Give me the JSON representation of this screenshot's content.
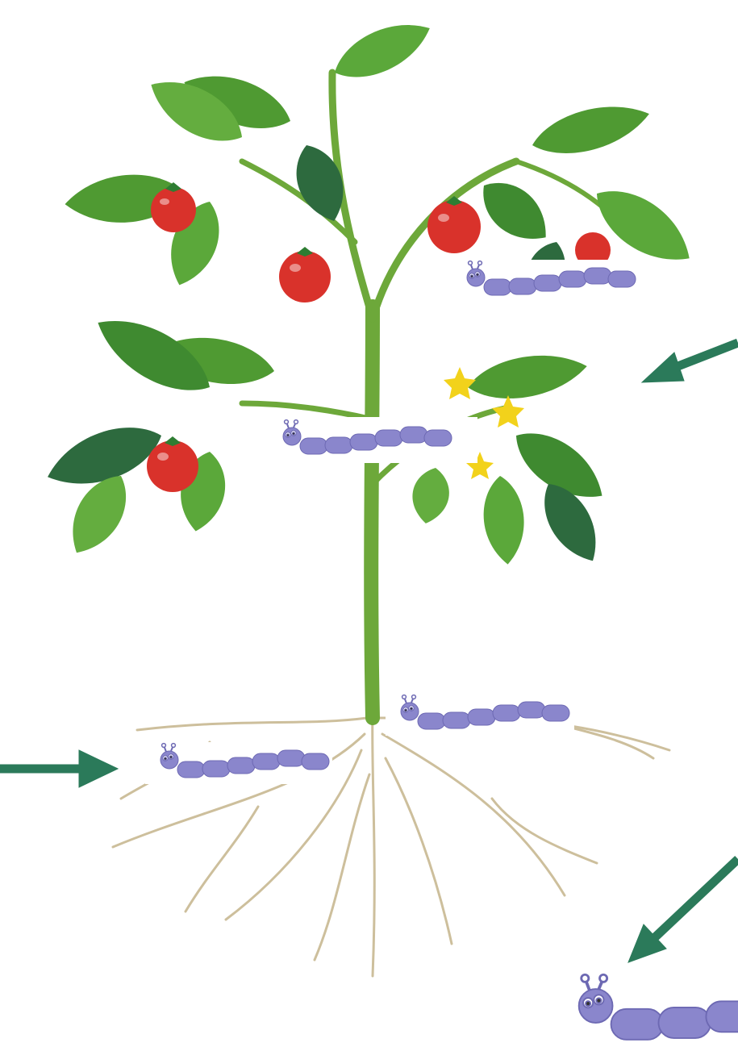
{
  "figure": {
    "subject": "tomato-plant",
    "parts": [
      "leaves",
      "fruits",
      "flowers",
      "stem",
      "roots"
    ],
    "icons": {
      "bacterium": "rod-bacterium-chain-icon",
      "arrow": "pointer-arrow-icon"
    },
    "colors": {
      "leaf": "#4f9a32",
      "leaf_dark": "#2d6a3e",
      "stem": "#6da83a",
      "fruit": "#d9322b",
      "flower": "#f2d21b",
      "root": "#cdbf9c",
      "bacterium": "#8a86cc",
      "arrow": "#2b7a5a"
    }
  }
}
